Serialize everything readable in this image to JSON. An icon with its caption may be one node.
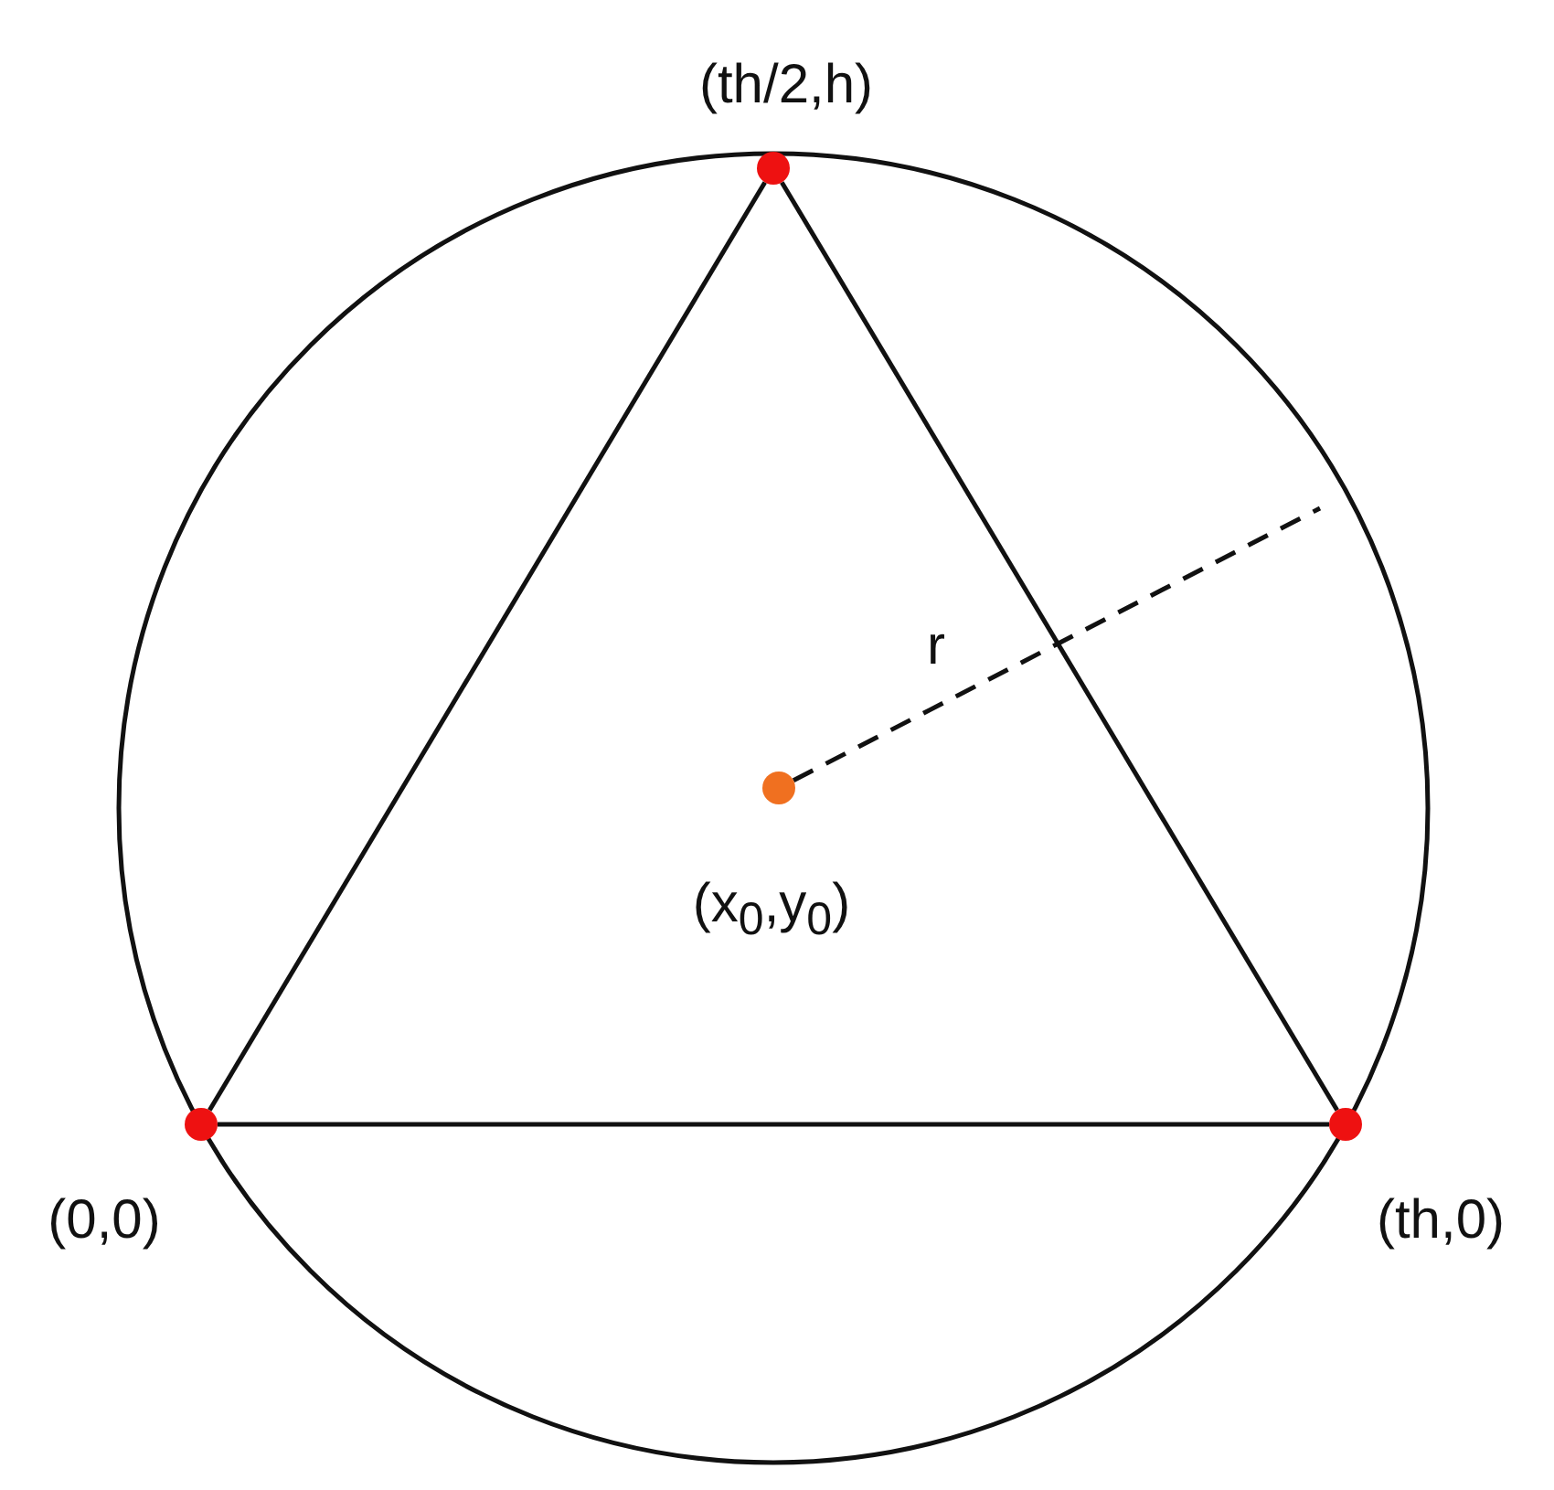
{
  "diagram": {
    "nodes": [
      {
        "text": [],
        "shape": "circle",
        "beside": [
          "(th/2,h)"
        ]
      },
      {
        "text": [],
        "shape": "circle",
        "beside": [
          "(0,0)"
        ]
      },
      {
        "text": [],
        "shape": "circle",
        "beside": [
          "(th,0)"
        ]
      },
      {
        "text": [],
        "shape": "circle",
        "beside": [
          "(x$_{0}$,y$_{0}$)"
        ]
      }
    ],
    "edges": [
      {
        "from": 0,
        "to": 1,
        "arrow": "none"
      },
      {
        "from": 0,
        "to": 2,
        "arrow": "none"
      },
      {
        "from": 1,
        "to": 2,
        "arrow": "none"
      },
      {
        "from": 3,
        "to": null,
        "arrow": "none",
        "style": "dashed",
        "label": "r"
      }
    ]
  }
}
